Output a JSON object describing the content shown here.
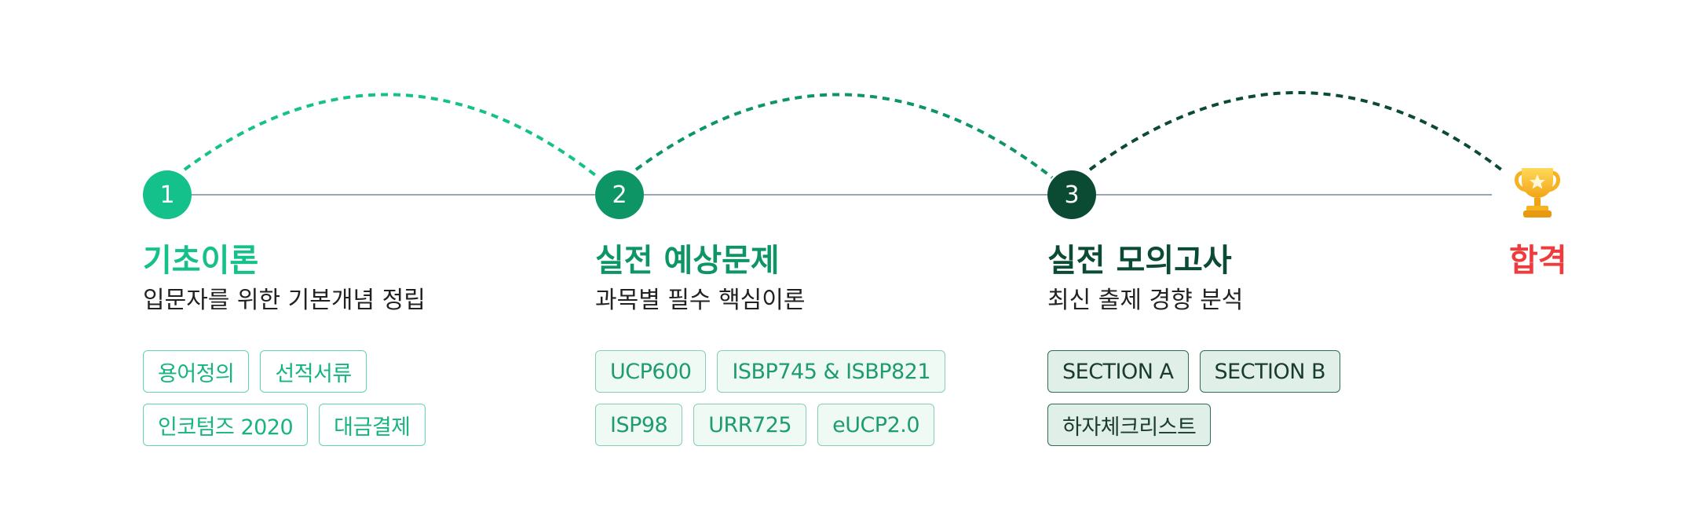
{
  "colors": {
    "step1": "#14c18a",
    "step2": "#0d9565",
    "step3": "#0b4b34",
    "final": "#ef3b3b",
    "baseline": "#9aa6b2"
  },
  "steps": [
    {
      "number": "1",
      "title": "기초이론",
      "subtitle": "입문자를 위한 기본개념 정립",
      "tags": [
        "용어정의",
        "선적서류",
        "인코텀즈 2020",
        "대금결제"
      ]
    },
    {
      "number": "2",
      "title": "실전 예상문제",
      "subtitle": "과목별 필수 핵심이론",
      "tags": [
        "UCP600",
        "ISBP745 & ISBP821",
        "ISP98",
        "URR725",
        "eUCP2.0"
      ]
    },
    {
      "number": "3",
      "title": "실전 모의고사",
      "subtitle": "최신 출제 경향 분석",
      "tags": [
        "SECTION A",
        "SECTION B",
        "하자체크리스트"
      ]
    }
  ],
  "final": {
    "icon": "trophy-icon",
    "title": "합격"
  }
}
